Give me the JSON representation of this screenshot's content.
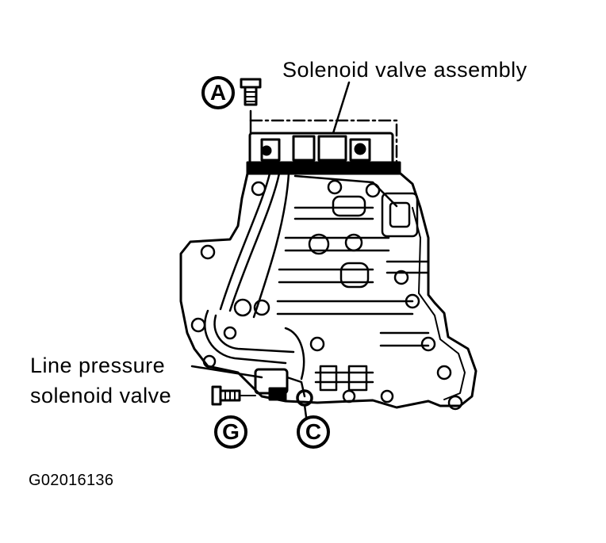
{
  "labels": {
    "solenoid_assembly": "Solenoid valve assembly",
    "line_pressure_1": "Line pressure",
    "line_pressure_2": "solenoid valve"
  },
  "callouts": {
    "a": "A",
    "g": "G",
    "c": "C"
  },
  "figure_id": "G02016136"
}
